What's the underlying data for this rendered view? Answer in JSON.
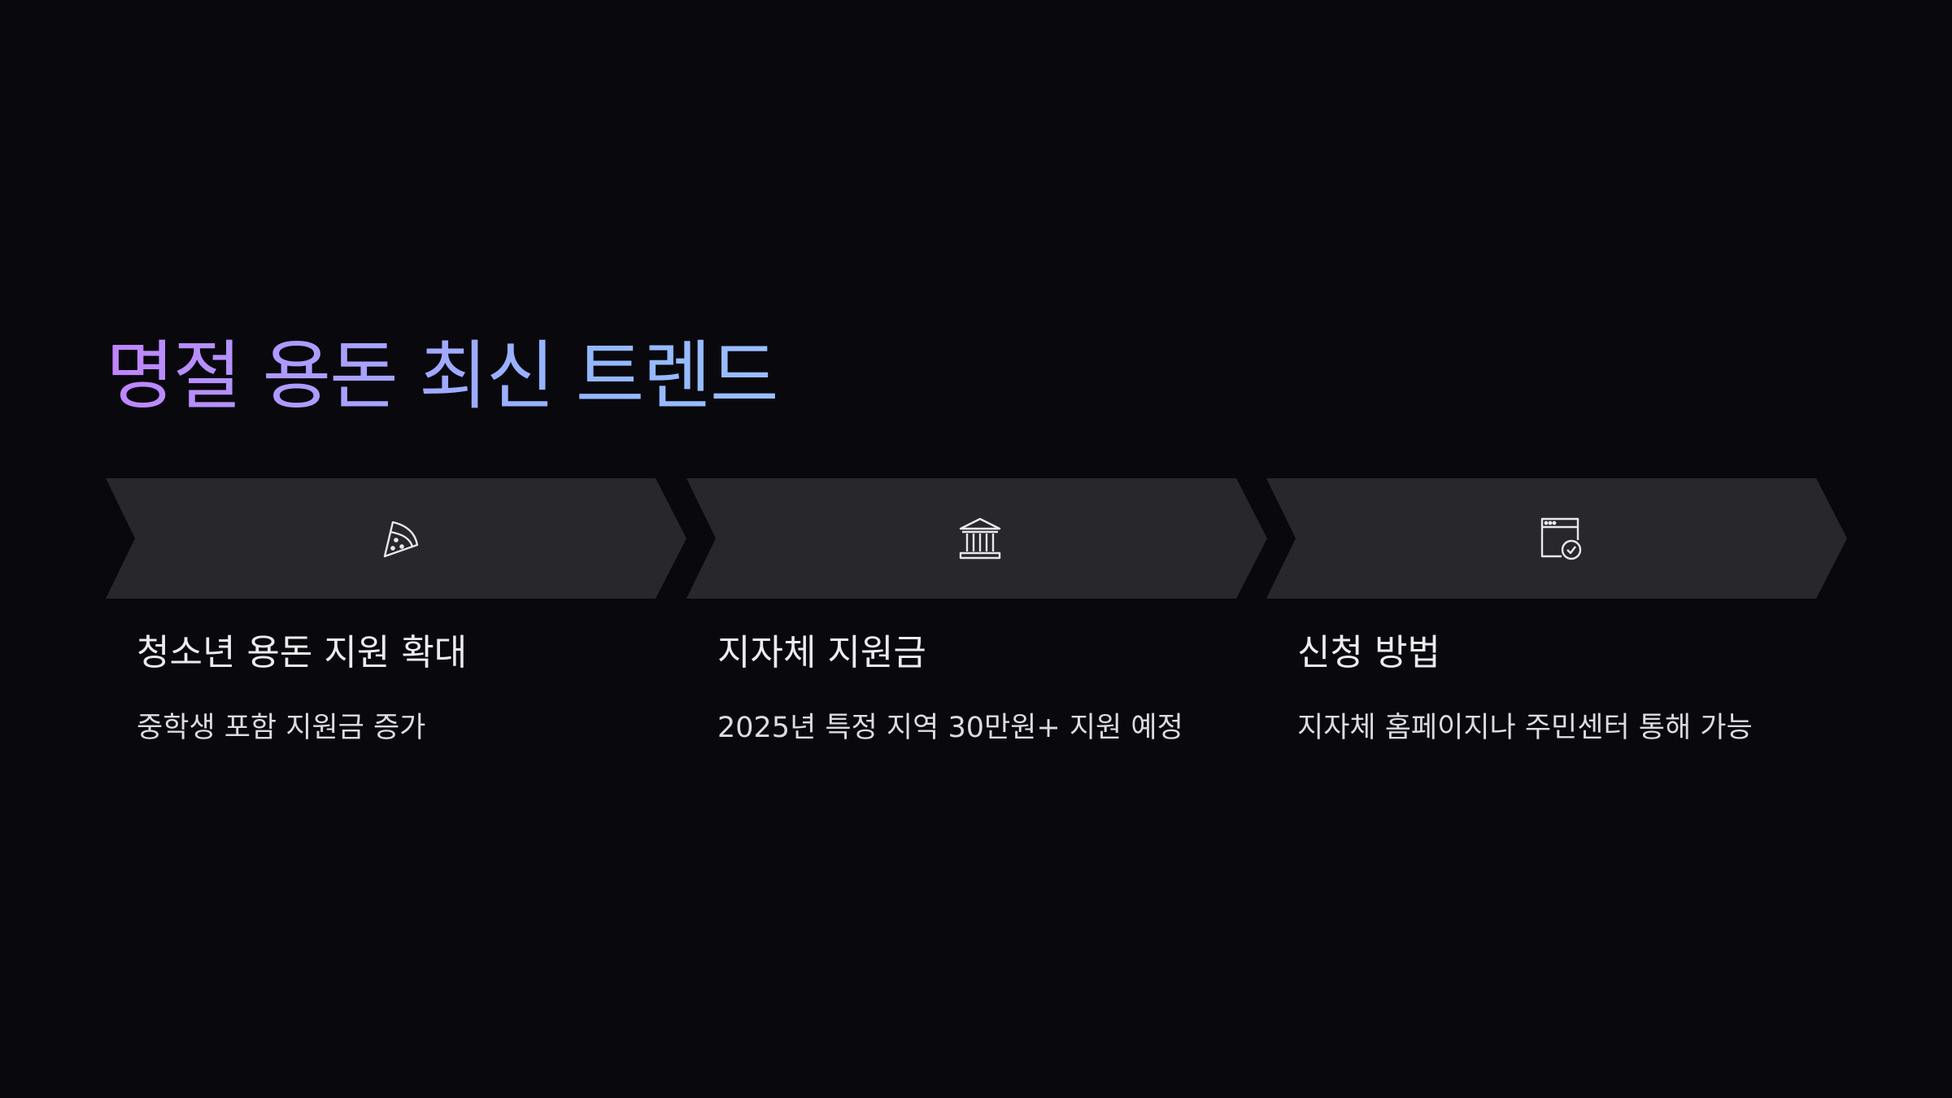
{
  "title": "명절 용돈 최신 트렌드",
  "steps": [
    {
      "icon": "pizza-slice-icon",
      "heading": "청소년 용돈 지원 확대",
      "description": "중학생 포함 지원금 증가"
    },
    {
      "icon": "bank-building-icon",
      "heading": "지자체 지원금",
      "description": "2025년 특정 지역 30만원+ 지원 예정"
    },
    {
      "icon": "browser-check-icon",
      "heading": "신청 방법",
      "description": "지자체 홈페이지나 주민센터 통해 가능"
    }
  ]
}
